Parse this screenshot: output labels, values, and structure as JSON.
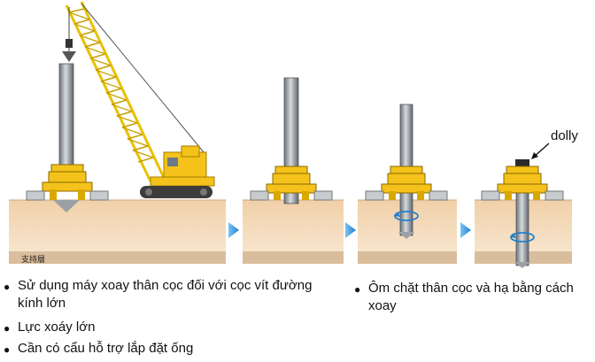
{
  "diagram": {
    "ground_label": "支持層",
    "dolly_label": "dolly"
  },
  "left_bullets": [
    "Sử dụng máy xoay thân cọc đối với cọc vít đường kính lớn",
    "Lực xoáy lớn",
    "Cần có cẩu hỗ trợ lắp đặt ống"
  ],
  "right_bullets": [
    "Ôm chặt thân cọc và hạ bằng cách xoay"
  ],
  "colors": {
    "soil_top": "#f3d5b0",
    "soil_bottom": "#f7e6cf",
    "bearing_layer": "#d6b896",
    "machine_yellow": "#f4c21a",
    "arrow_blue": "#2e8fd8",
    "pipe_gray": "#9aa0a6"
  }
}
